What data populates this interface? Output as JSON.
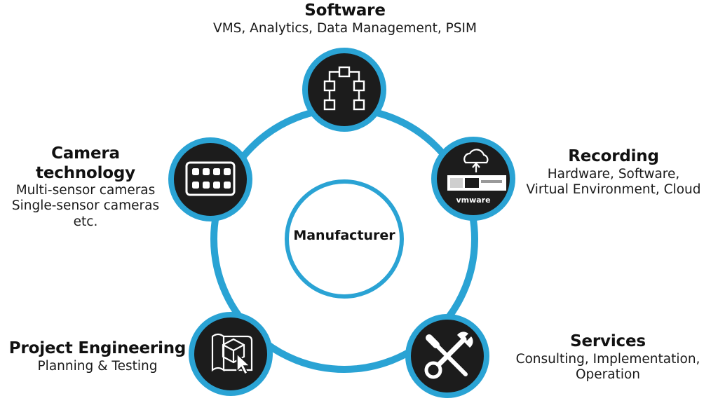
{
  "colors": {
    "ring": "#2aa3d4",
    "node_fill": "#1c1c1c",
    "node_border": "#2aa3d4",
    "icon": "#ffffff"
  },
  "center": {
    "label": "Manufacturer"
  },
  "nodes": {
    "software": {
      "title": "Software",
      "lines": [
        "VMS, Analytics, Data Management, PSIM"
      ],
      "icon": "flowchart-icon"
    },
    "recording": {
      "title": "Recording",
      "lines": [
        "Hardware, Software,",
        "Virtual Environment, Cloud"
      ],
      "icon": "cloud-server-icon",
      "icon_text": "vmware"
    },
    "services": {
      "title": "Services",
      "lines": [
        "Consulting, Implementation,",
        "Operation"
      ],
      "icon": "wrench-screwdriver-icon"
    },
    "project_engineering": {
      "title": "Project Engineering",
      "lines": [
        "Planning & Testing"
      ],
      "icon": "blueprint-cube-icon"
    },
    "camera_technology": {
      "title": "Camera technology",
      "lines": [
        "Multi-sensor cameras",
        "Single-sensor cameras",
        "etc."
      ],
      "icon": "multi-sensor-camera-icon"
    }
  }
}
